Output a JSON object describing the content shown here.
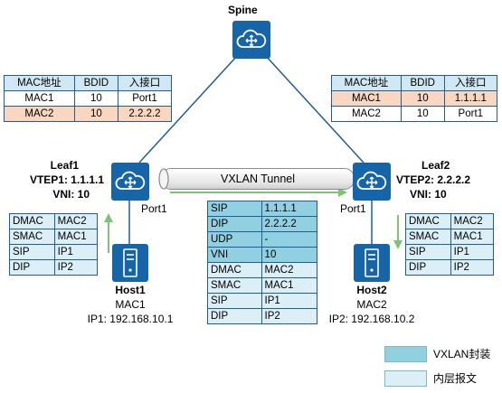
{
  "spine": {
    "label": "Spine"
  },
  "tunnel": {
    "label": "VXLAN Tunnel"
  },
  "leaf1": {
    "name": "Leaf1",
    "vtep": "VTEP1: 1.1.1.1",
    "vni": "VNI: 10",
    "port": "Port1"
  },
  "leaf2": {
    "name": "Leaf2",
    "vtep": "VTEP2: 2.2.2.2",
    "vni": "VNI: 10",
    "port": "Port1"
  },
  "host1": {
    "name": "Host1",
    "mac": "MAC1",
    "ip": "IP1: 192.168.10.1"
  },
  "host2": {
    "name": "Host2",
    "mac": "MAC2",
    "ip": "IP2: 192.168.10.2"
  },
  "mac_table_left": {
    "headers": [
      "MAC地址",
      "BDID",
      "入接口"
    ],
    "rows": [
      [
        "MAC1",
        "10",
        "Port1"
      ],
      [
        "MAC2",
        "10",
        "2.2.2.2"
      ]
    ]
  },
  "mac_table_right": {
    "headers": [
      "MAC地址",
      "BDID",
      "入接口"
    ],
    "rows": [
      [
        "MAC1",
        "10",
        "1.1.1.1"
      ],
      [
        "MAC2",
        "10",
        "Port1"
      ]
    ]
  },
  "frame_left": [
    [
      "DMAC",
      "MAC2"
    ],
    [
      "SMAC",
      "MAC1"
    ],
    [
      "SIP",
      "IP1"
    ],
    [
      "DIP",
      "IP2"
    ]
  ],
  "frame_right": [
    [
      "DMAC",
      "MAC2"
    ],
    [
      "SMAC",
      "MAC1"
    ],
    [
      "SIP",
      "IP1"
    ],
    [
      "DIP",
      "IP2"
    ]
  ],
  "packet_center": {
    "outer": [
      [
        "SIP",
        "1.1.1.1"
      ],
      [
        "DIP",
        "2.2.2.2"
      ],
      [
        "UDP",
        "-"
      ],
      [
        "VNI",
        "10"
      ]
    ],
    "inner": [
      [
        "DMAC",
        "MAC2"
      ],
      [
        "SMAC",
        "MAC1"
      ],
      [
        "SIP",
        "IP1"
      ],
      [
        "DIP",
        "IP2"
      ]
    ]
  },
  "legend": {
    "outer_label": "VXLAN封装",
    "inner_label": "内层报文"
  },
  "colors": {
    "device_blue": "#1565a8",
    "link": "#1f5d94",
    "outer_fill": "#90d0e0",
    "inner_fill": "#dceef6",
    "highlight_row": "#f9d6bf",
    "arrow_green": "#7cc576"
  }
}
